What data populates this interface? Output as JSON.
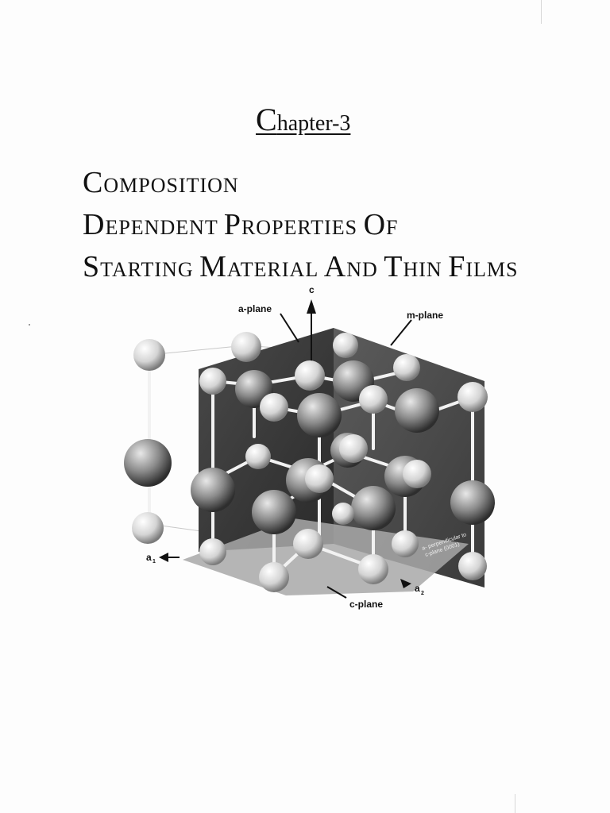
{
  "chapter": {
    "initial": "C",
    "rest": "hapter-3"
  },
  "title": {
    "lines": [
      [
        {
          "cap": "C",
          "rest": "OMPOSITION"
        }
      ],
      [
        {
          "cap": "D",
          "rest": "EPENDENT "
        },
        {
          "cap": "P",
          "rest": "ROPERTIES "
        },
        {
          "cap": "O",
          "rest": "F"
        }
      ],
      [
        {
          "cap": "S",
          "rest": "TARTING "
        },
        {
          "cap": "M",
          "rest": "ATERIAL "
        },
        {
          "cap": "A",
          "rest": "ND "
        },
        {
          "cap": "T",
          "rest": "HIN "
        },
        {
          "cap": "F",
          "rest": "ILMS"
        }
      ]
    ]
  },
  "figure": {
    "labels": {
      "c_axis": "c",
      "a_plane": "a-plane",
      "m_plane": "m-plane",
      "c_plane": "c-plane",
      "a1": "a",
      "a1_sub": "1",
      "a2": "a",
      "a2_sub": "2",
      "plane_note_1": "a- perpendicular to",
      "plane_note_2": "c-plane (0001)"
    }
  }
}
